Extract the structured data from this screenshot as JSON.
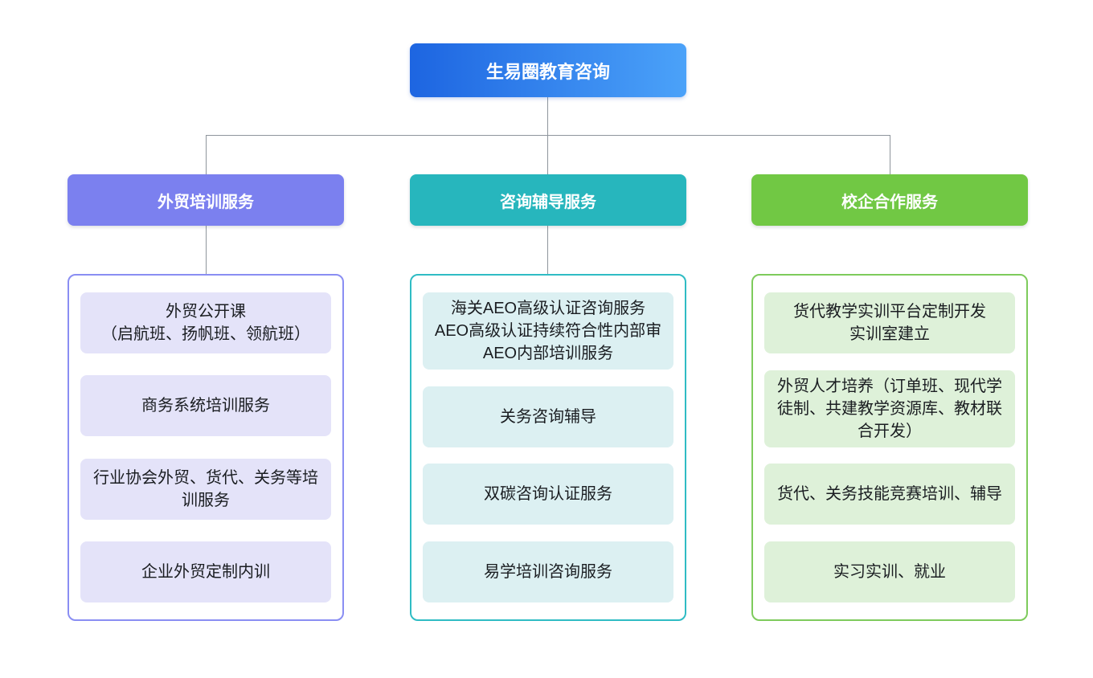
{
  "diagram": {
    "title": "生易圈教育咨询",
    "connector_color": "#8e959c",
    "root": {
      "label": "生易圈教育咨询",
      "gradient_start": "#1d65e1",
      "gradient_end": "#4ba2f9",
      "text_color": "#ffffff"
    },
    "branches": [
      {
        "label": "外贸培训服务",
        "colors": {
          "header": "#7b80ef",
          "border": "#8a8ef3",
          "item_bg": "#e4e3f9"
        },
        "items": [
          "外贸公开课\n（启航班、扬帆班、领航班）",
          "商务系统培训服务",
          "行业协会外贸、货代、关务等培训服务",
          "企业外贸定制内训"
        ]
      },
      {
        "label": "咨询辅导服务",
        "colors": {
          "header": "#27b6bd",
          "border": "#2fbcc4",
          "item_bg": "#dcf0f2"
        },
        "items": [
          "海关AEO高级认证咨询服务\nAEO高级认证持续符合性内部审\nAEO内部培训服务",
          "关务咨询辅导",
          "双碳咨询认证服务",
          "易学培训咨询服务"
        ]
      },
      {
        "label": "校企合作服务",
        "colors": {
          "header": "#71c844",
          "border": "#7ecb5c",
          "item_bg": "#def1d9"
        },
        "items": [
          "货代教学实训平台定制开发\n实训室建立",
          "外贸人才培养（订单班、现代学徒制、共建教学资源库、教材联合开发）",
          "货代、关务技能竞赛培训、辅导",
          "实习实训、就业"
        ]
      }
    ]
  }
}
